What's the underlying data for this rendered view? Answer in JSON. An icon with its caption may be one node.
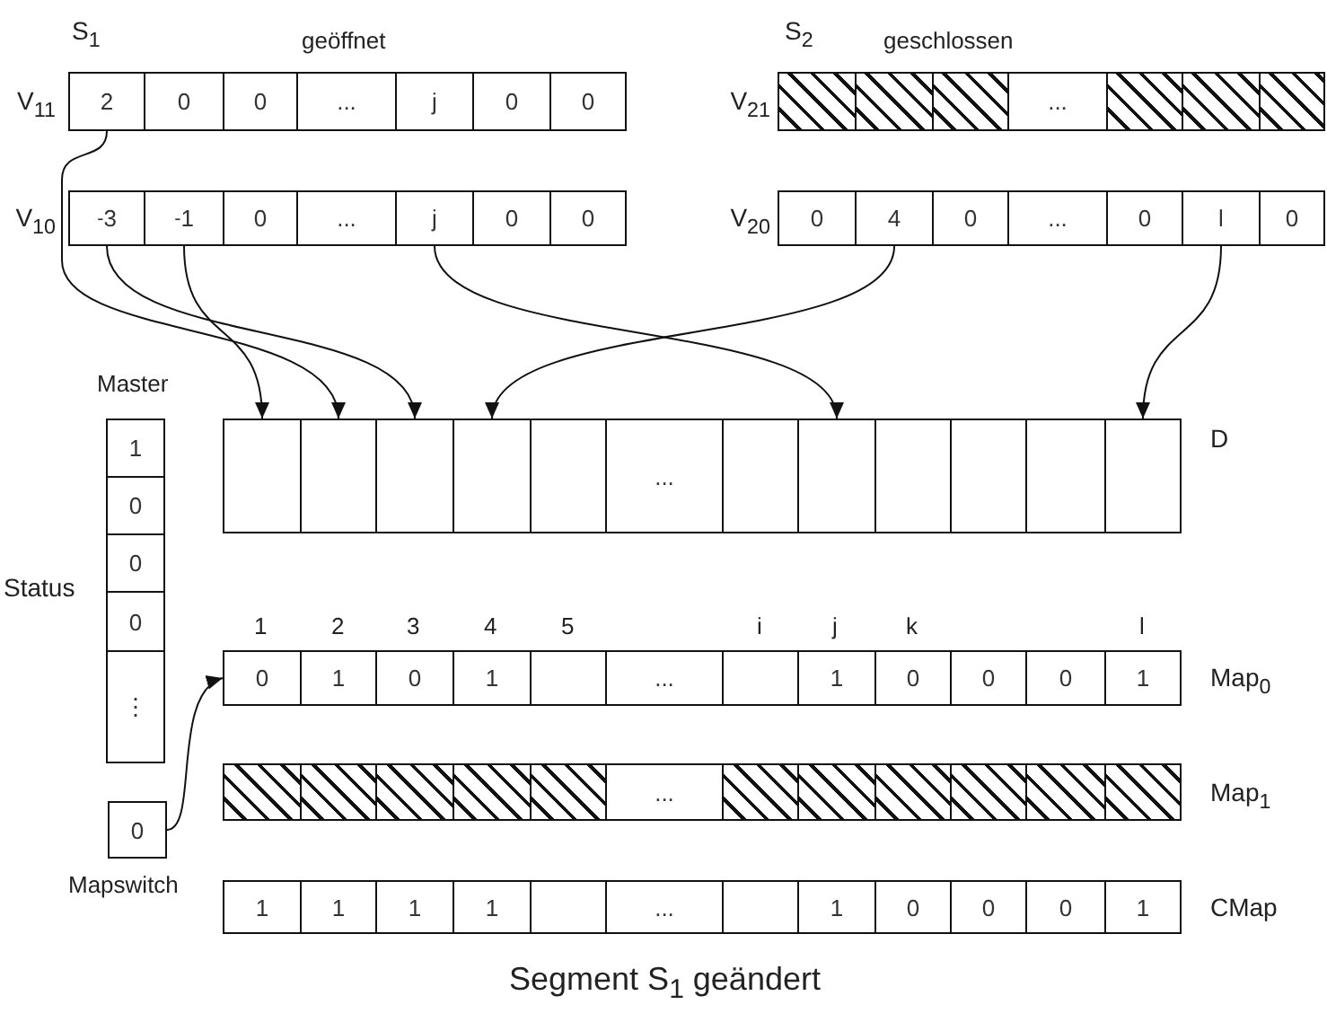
{
  "diagram": {
    "caption": "Segment S$_{1}$ geändert",
    "nodes": [
      {
        "text": [
          "V$_{11}$"
        ]
      },
      {
        "text": [
          "2"
        ],
        "in": 0
      },
      {
        "text": [
          "0"
        ],
        "in": 0
      },
      {
        "text": [
          "0"
        ],
        "in": 0
      },
      {
        "text": [
          "..."
        ],
        "in": 0
      },
      {
        "text": [
          "j"
        ],
        "in": 0
      },
      {
        "text": [
          "0"
        ],
        "in": 0
      },
      {
        "text": [
          "0"
        ],
        "in": 0
      },
      {
        "text": [
          "V$_{21}$"
        ]
      },
      {
        "text": [],
        "shape": "box",
        "in": 8
      },
      {
        "text": [],
        "shape": "box",
        "in": 8
      },
      {
        "text": [],
        "shape": "box",
        "in": 8
      },
      {
        "text": [
          "..."
        ],
        "in": 8
      },
      {
        "text": [],
        "shape": "box",
        "in": 8
      },
      {
        "text": [],
        "shape": "box",
        "in": 8
      },
      {
        "text": [],
        "shape": "box",
        "in": 8
      },
      {
        "text": [
          "V$_{10}$"
        ]
      },
      {
        "text": [
          "$^{-}$3"
        ],
        "in": 16
      },
      {
        "text": [
          "$^{-}$1"
        ],
        "in": 16
      },
      {
        "text": [
          "0"
        ],
        "in": 16
      },
      {
        "text": [
          "..."
        ],
        "in": 16
      },
      {
        "text": [
          "j"
        ],
        "in": 16
      },
      {
        "text": [
          "0"
        ],
        "in": 16
      },
      {
        "text": [
          "0"
        ],
        "in": 16
      },
      {
        "text": [
          "V$_{20}$"
        ]
      },
      {
        "text": [
          "0"
        ],
        "in": 24
      },
      {
        "text": [
          "4"
        ],
        "in": 24
      },
      {
        "text": [
          "0"
        ],
        "in": 24
      },
      {
        "text": [
          "..."
        ],
        "in": 24
      },
      {
        "text": [
          "0"
        ],
        "in": 24
      },
      {
        "text": [
          "l"
        ],
        "in": 24
      },
      {
        "text": [
          "0"
        ],
        "in": 24
      },
      {
        "text": [
          "Status"
        ]
      },
      {
        "text": [
          "1"
        ],
        "in": 32
      },
      {
        "text": [
          "0"
        ],
        "in": 32
      },
      {
        "text": [
          "0"
        ],
        "in": 32
      },
      {
        "text": [
          "0"
        ],
        "in": 32
      },
      {
        "text": [
          "⋮"
        ],
        "in": 32
      },
      {
        "text": [
          "D"
        ]
      },
      {
        "text": [],
        "shape": "box",
        "in": 38
      },
      {
        "text": [],
        "shape": "box",
        "in": 38
      },
      {
        "text": [],
        "shape": "box",
        "in": 38
      },
      {
        "text": [],
        "shape": "box",
        "in": 38
      },
      {
        "text": [],
        "shape": "box",
        "in": 38
      },
      {
        "text": [
          "..."
        ],
        "in": 38
      },
      {
        "text": [],
        "shape": "box",
        "in": 38
      },
      {
        "text": [],
        "shape": "box",
        "in": 38
      },
      {
        "text": [],
        "shape": "box",
        "in": 38
      },
      {
        "text": [],
        "shape": "box",
        "in": 38
      },
      {
        "text": [],
        "shape": "box",
        "in": 38
      },
      {
        "text": [],
        "shape": "box",
        "in": 38
      },
      {
        "text": [
          "Map$_{0}$"
        ]
      },
      {
        "text": [
          "0"
        ],
        "in": 51
      },
      {
        "text": [
          "1"
        ],
        "in": 51
      },
      {
        "text": [
          "0"
        ],
        "in": 51
      },
      {
        "text": [
          "1"
        ],
        "in": 51
      },
      {
        "text": [],
        "shape": "box",
        "in": 51
      },
      {
        "text": [
          "..."
        ],
        "in": 51
      },
      {
        "text": [],
        "shape": "box",
        "in": 51
      },
      {
        "text": [
          "1"
        ],
        "in": 51
      },
      {
        "text": [
          "0"
        ],
        "in": 51
      },
      {
        "text": [
          "0"
        ],
        "in": 51
      },
      {
        "text": [
          "0"
        ],
        "in": 51
      },
      {
        "text": [
          "1"
        ],
        "in": 51
      },
      {
        "text": [
          "0"
        ],
        "beside": [
          "Mapswitch"
        ]
      },
      {
        "text": [
          "Map$_{1}$"
        ]
      },
      {
        "text": [],
        "shape": "box",
        "in": 65
      },
      {
        "text": [],
        "shape": "box",
        "in": 65
      },
      {
        "text": [],
        "shape": "box",
        "in": 65
      },
      {
        "text": [],
        "shape": "box",
        "in": 65
      },
      {
        "text": [],
        "shape": "box",
        "in": 65
      },
      {
        "text": [
          "..."
        ],
        "in": 65
      },
      {
        "text": [],
        "shape": "box",
        "in": 65
      },
      {
        "text": [],
        "shape": "box",
        "in": 65
      },
      {
        "text": [],
        "shape": "box",
        "in": 65
      },
      {
        "text": [],
        "shape": "box",
        "in": 65
      },
      {
        "text": [],
        "shape": "box",
        "in": 65
      },
      {
        "text": [],
        "shape": "box",
        "in": 65
      },
      {
        "text": [
          "CMap"
        ]
      },
      {
        "text": [
          "1"
        ],
        "in": 78
      },
      {
        "text": [
          "1"
        ],
        "in": 78
      },
      {
        "text": [
          "1"
        ],
        "in": 78
      },
      {
        "text": [
          "1"
        ],
        "in": 78
      },
      {
        "text": [],
        "shape": "box",
        "in": 78
      },
      {
        "text": [
          "..."
        ],
        "in": 78
      },
      {
        "text": [],
        "shape": "box",
        "in": 78
      },
      {
        "text": [
          "1"
        ],
        "in": 78
      },
      {
        "text": [
          "0"
        ],
        "in": 78
      },
      {
        "text": [
          "0"
        ],
        "in": 78
      },
      {
        "text": [
          "0"
        ],
        "in": 78
      },
      {
        "text": [
          "1"
        ],
        "in": 78
      }
    ],
    "edges": [
      {
        "from": 1,
        "to": 40,
        "arrow": "to"
      },
      {
        "from": 17,
        "to": 41,
        "arrow": "to"
      },
      {
        "from": 18,
        "to": 39,
        "arrow": "to"
      },
      {
        "from": 21,
        "to": 46,
        "arrow": "to"
      },
      {
        "from": 26,
        "to": 42,
        "arrow": "to"
      },
      {
        "from": 30,
        "to": 50,
        "arrow": "to"
      },
      {
        "from": 64,
        "to": 52,
        "arrow": "to"
      }
    ],
    "labels": [
      "S$_{1}$",
      "geöffnet",
      "S$_{2}$",
      "geschlossen",
      "Master",
      "1",
      "2",
      "3",
      "4",
      "5",
      "i",
      "j",
      "k",
      "l"
    ]
  }
}
